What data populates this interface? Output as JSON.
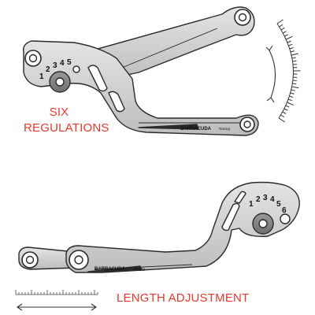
{
  "colors": {
    "accent": "#e8392c",
    "lever_fill": "#d2d2d2",
    "lever_shade": "#b4b4b4",
    "outline": "#2a2a2a"
  },
  "captions": {
    "regulations_line1": "SIX",
    "regulations_line2": "REGULATIONS",
    "length": "LENGTH ADJUSTMENT"
  },
  "lever_top": {
    "dial_numbers": [
      "1",
      "2",
      "3",
      "4",
      "5"
    ],
    "brand": "BARRACUDA",
    "brand_sub": "Racing"
  },
  "lever_bottom": {
    "dial_numbers": [
      "1",
      "2",
      "3",
      "4",
      "5",
      "6"
    ],
    "brand": "BARRACUDA",
    "brand_sub": "Racing"
  },
  "icons": {
    "scale_arc": "curved-scale-icon",
    "rotate_arrow": "curved-double-arrow-icon",
    "ruler": "ruler-icon",
    "length_arrow": "double-arrow-icon"
  }
}
